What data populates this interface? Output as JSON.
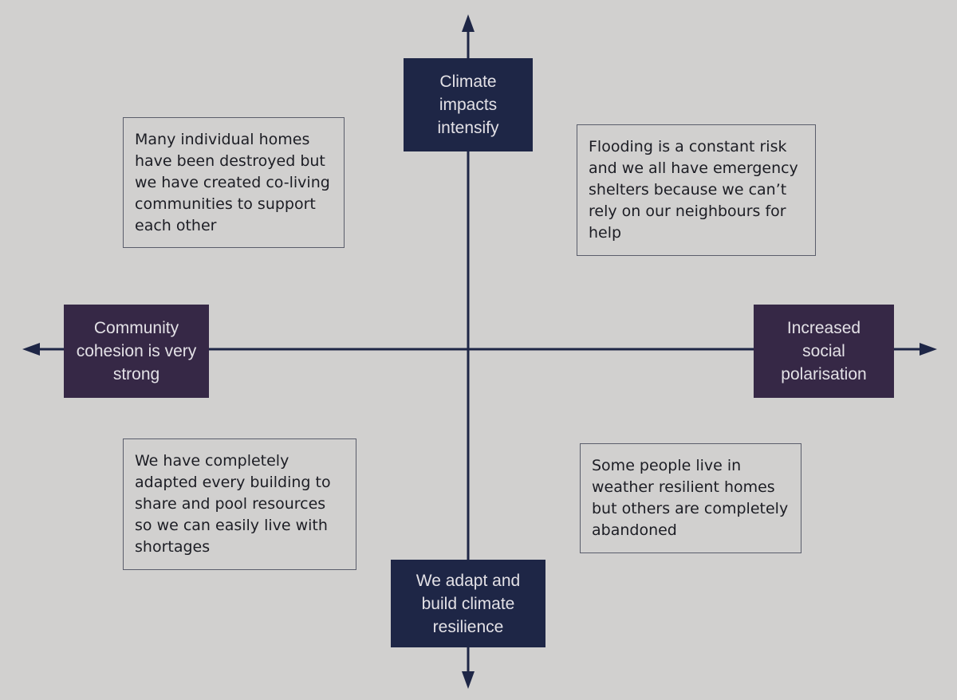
{
  "colors": {
    "background": "#d1d0cf",
    "axis": "#1e2646",
    "vertical_label_bg": "#1e2646",
    "horizontal_label_bg": "#362846",
    "label_text": "#e3e1e6",
    "scenario_text": "#1c1d24",
    "scenario_border": "#5a5d6b"
  },
  "axes": {
    "top": "Climate impacts intensify",
    "bottom": "We adapt and build climate resilience",
    "left": "Community cohesion is very strong",
    "right": "Increased social polarisation"
  },
  "scenarios": {
    "top_left": "Many individual homes have been destroyed but we have created co-living communities to support each other",
    "top_right": "Flooding is a constant risk and we all have emergency shelters because we can’t rely on our neighbours for help",
    "bottom_left": "We have completely adapted every building to share and pool resources so we can easily live with shortages",
    "bottom_right": "Some people live in weather resilient homes but others are completely abandoned"
  }
}
